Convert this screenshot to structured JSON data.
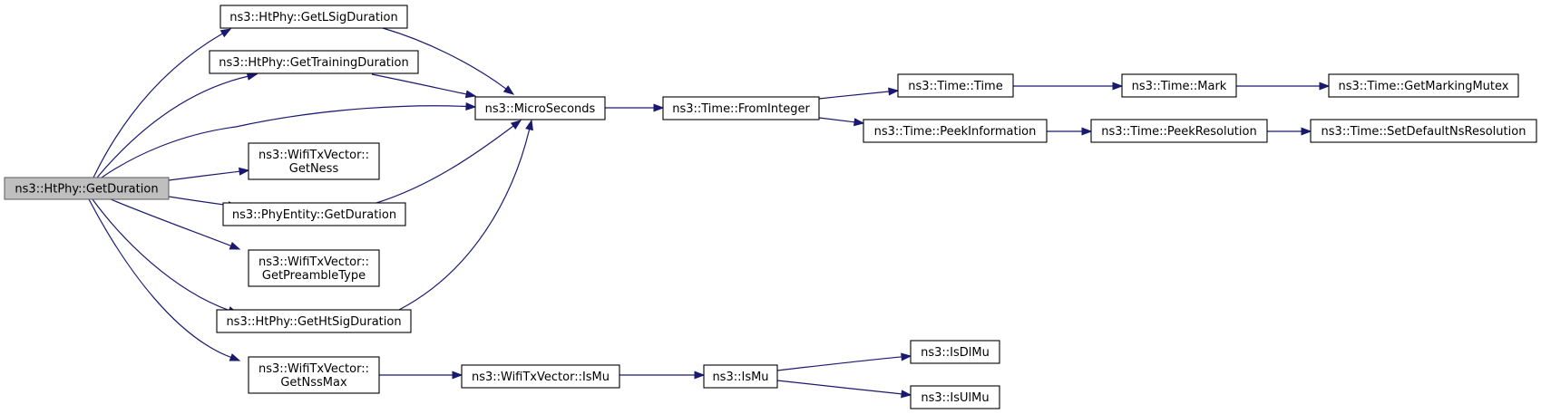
{
  "nodes": {
    "getduration": [
      "ns3::HtPhy::GetDuration"
    ],
    "getlsig": [
      "ns3::HtPhy::GetLSigDuration"
    ],
    "gettraining": [
      "ns3::HtPhy::GetTrainingDuration"
    ],
    "getness": [
      "ns3::WifiTxVector::",
      "GetNess"
    ],
    "phyentity": [
      "ns3::PhyEntity::GetDuration"
    ],
    "getpreamble": [
      "ns3::WifiTxVector::",
      "GetPreambleType"
    ],
    "gethtsig": [
      "ns3::HtPhy::GetHtSigDuration"
    ],
    "getnssmax": [
      "ns3::WifiTxVector::",
      "GetNssMax"
    ],
    "microseconds": [
      "ns3::MicroSeconds"
    ],
    "frominteger": [
      "ns3::Time::FromInteger"
    ],
    "timetime": [
      "ns3::Time::Time"
    ],
    "peekinfo": [
      "ns3::Time::PeekInformation"
    ],
    "mark": [
      "ns3::Time::Mark"
    ],
    "peekres": [
      "ns3::Time::PeekResolution"
    ],
    "markingmutex": [
      "ns3::Time::GetMarkingMutex"
    ],
    "setdefault": [
      "ns3::Time::SetDefaultNsResolution"
    ],
    "txismu": [
      "ns3::WifiTxVector::IsMu"
    ],
    "ismu": [
      "ns3::IsMu"
    ],
    "isdlmu": [
      "ns3::IsDlMu"
    ],
    "isulmu": [
      "ns3::IsUlMu"
    ]
  },
  "edges": [
    [
      "getduration",
      "getlsig"
    ],
    [
      "getduration",
      "gettraining"
    ],
    [
      "getduration",
      "microseconds"
    ],
    [
      "getduration",
      "getness"
    ],
    [
      "getduration",
      "phyentity"
    ],
    [
      "getduration",
      "getpreamble"
    ],
    [
      "getduration",
      "gethtsig"
    ],
    [
      "getduration",
      "getnssmax"
    ],
    [
      "getlsig",
      "microseconds"
    ],
    [
      "gettraining",
      "microseconds"
    ],
    [
      "phyentity",
      "microseconds"
    ],
    [
      "gethtsig",
      "microseconds"
    ],
    [
      "microseconds",
      "frominteger"
    ],
    [
      "frominteger",
      "timetime"
    ],
    [
      "frominteger",
      "peekinfo"
    ],
    [
      "timetime",
      "mark"
    ],
    [
      "mark",
      "markingmutex"
    ],
    [
      "peekinfo",
      "peekres"
    ],
    [
      "peekres",
      "setdefault"
    ],
    [
      "getnssmax",
      "txismu"
    ],
    [
      "txismu",
      "ismu"
    ],
    [
      "ismu",
      "isdlmu"
    ],
    [
      "ismu",
      "isulmu"
    ]
  ],
  "root_node": "getduration",
  "colors": {
    "edge": "#191970",
    "root_fill": "#bfbfbf",
    "node_fill": "#ffffff"
  }
}
